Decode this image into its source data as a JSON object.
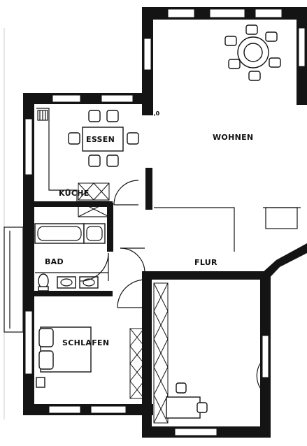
{
  "rooms": {
    "wohnen": "WOHNEN",
    "essen": "ESSEN",
    "kueche": "KÜCHE",
    "bad": "BAD",
    "flur": "FLUR",
    "schlafen": "SCHLAFEN"
  },
  "annotations": {
    "corner_mark": "3,0"
  }
}
